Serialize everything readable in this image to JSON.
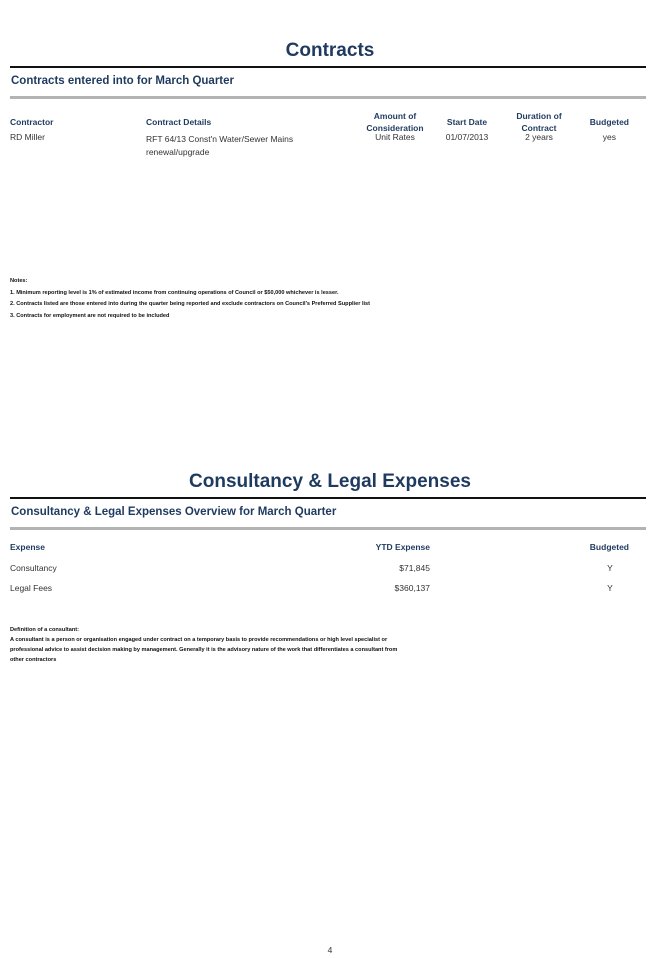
{
  "contracts": {
    "title": "Contracts",
    "subtitle": "Contracts entered into for March Quarter",
    "headers": {
      "contractor": "Contractor",
      "details": "Contract Details",
      "amount_line1": "Amount of",
      "amount_line2": "Consideration",
      "start": "Start Date",
      "duration_line1": "Duration of",
      "duration_line2": "Contract",
      "budgeted": "Budgeted"
    },
    "rows": [
      {
        "contractor": "RD Miller",
        "details_line1": "RFT 64/13 Const'n Water/Sewer Mains",
        "details_line2": "renewal/upgrade",
        "amount": "Unit Rates",
        "start": "01/07/2013",
        "duration": "2 years",
        "budgeted": "yes"
      }
    ],
    "notes": {
      "heading": "Notes:",
      "items": [
        "1. Minimum reporting level is 1% of estimated income from continuing operations of Council or $50,000 whichever is lesser.",
        "2. Contracts listed are those entered into during the quarter being reported and exclude contractors on Council's Preferred Supplier list",
        "3. Contracts for employment are not required to be included"
      ]
    }
  },
  "consultancy": {
    "title": "Consultancy & Legal Expenses",
    "subtitle": "Consultancy & Legal Expenses Overview for March Quarter",
    "headers": {
      "expense": "Expense",
      "ytd": "YTD Expense",
      "budgeted": "Budgeted"
    },
    "rows": [
      {
        "expense": "Consultancy",
        "ytd": "$71,845",
        "budgeted": "Y"
      },
      {
        "expense": "Legal Fees",
        "ytd": "$360,137",
        "budgeted": "Y"
      }
    ],
    "definition": {
      "heading": "Definition of a consultant:",
      "line1": "A consultant is a person or organisation engaged under contract on a temporary basis to provide recommendations or high level specialist or",
      "line2": "professional advice to assist decision making by management. Generally it is the advisory nature of the work that differentiates a consultant from",
      "line3": "other contractors"
    }
  },
  "page_number": "4"
}
